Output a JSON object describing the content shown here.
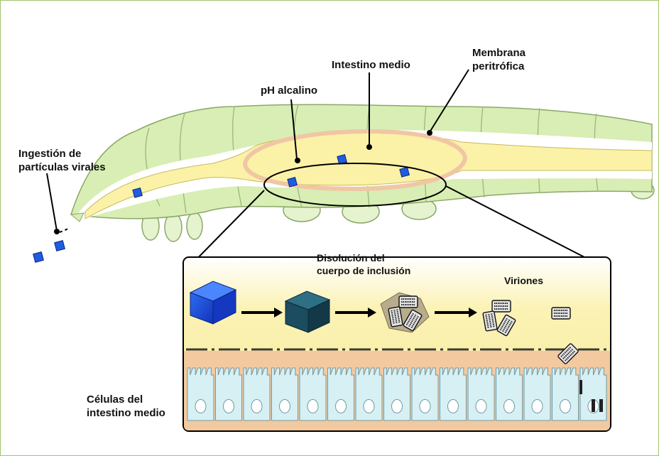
{
  "labels": {
    "ingestion_line1": "Ingestión de",
    "ingestion_line2": "partículas virales",
    "ph": "pH alcalino",
    "midgut": "Intestino medio",
    "membrane_line1": "Membrana",
    "membrane_line2": "peritrófica",
    "dissolution_line1": "Disolución del",
    "dissolution_line2": "cuerpo de inclusión",
    "virions": "Viriones",
    "cells_line1": "Células del",
    "cells_line2": "intestino medio"
  },
  "colors": {
    "larva_body": "#d8eeb4",
    "larva_outline": "#8aa868",
    "gut": "#fbf2a8",
    "membrane": "#f1c6a4",
    "occlusion_body": "#1f5de0",
    "dissolving_body": "#1b4c60",
    "cells": "#d6f0f4",
    "epithelium_bg": "#f3c9a0"
  }
}
